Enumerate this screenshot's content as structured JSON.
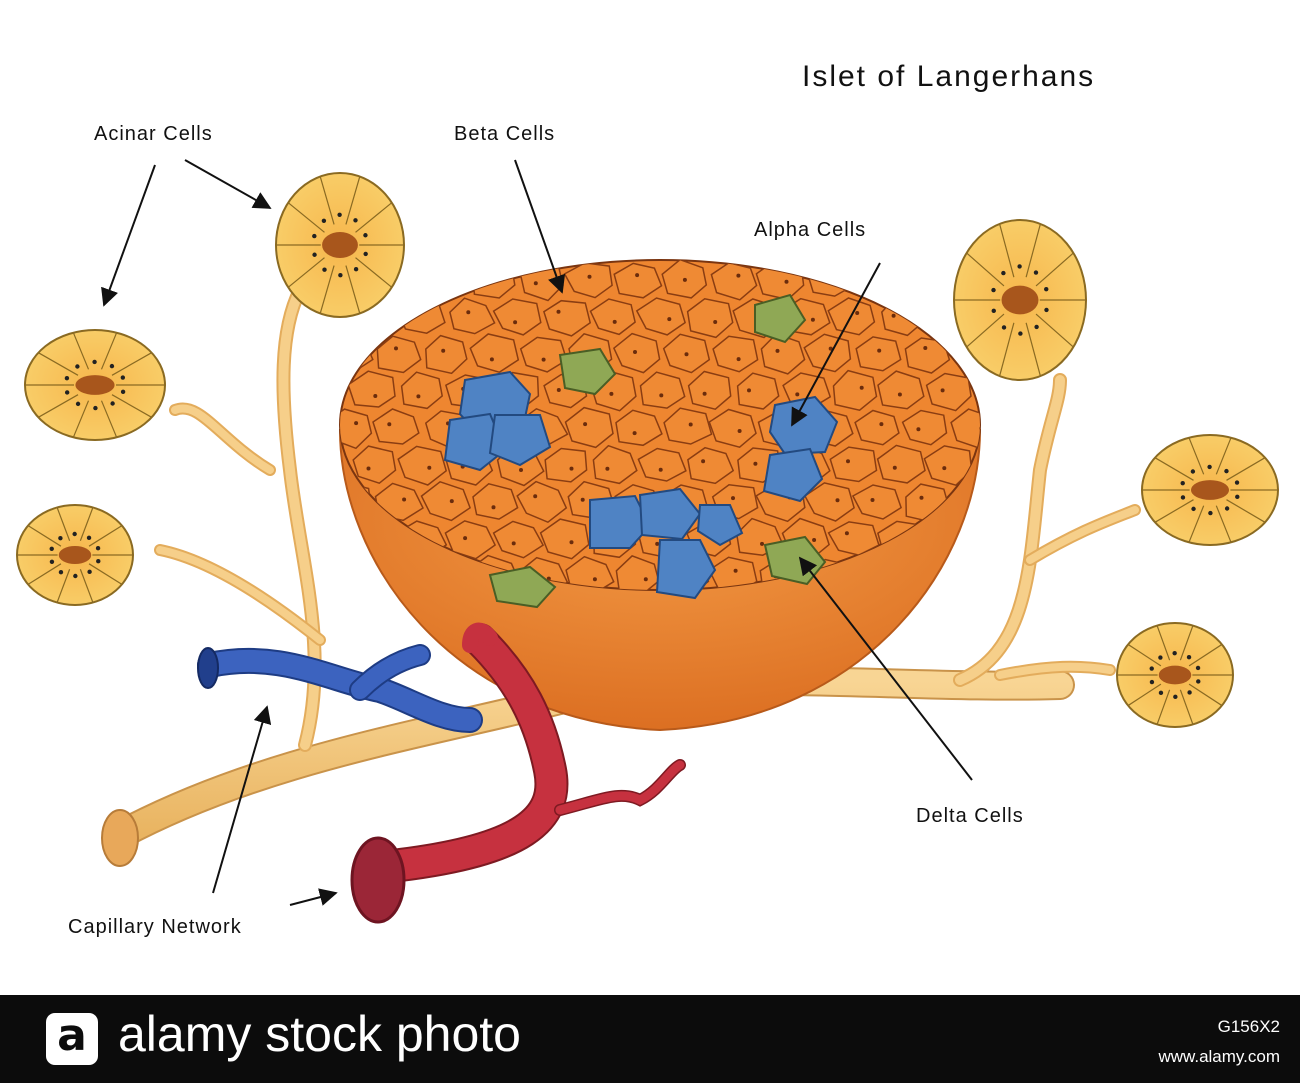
{
  "diagram": {
    "title": "Islet of Langerhans",
    "labels": {
      "acinar": "Acinar Cells",
      "beta": "Beta Cells",
      "alpha": "Alpha Cells",
      "delta": "Delta Cells",
      "capillary": "Capillary Network"
    }
  },
  "watermark": {
    "brand_text": "alamy stock photo",
    "logo_letter": "a",
    "image_id": "G156X2",
    "site": "www.alamy.com"
  },
  "colors": {
    "islet_cell": "#ee8630",
    "islet_outline": "#7a3510",
    "islet_side": "#ea8030",
    "alpha_cell": "#4f83c4",
    "delta_cell": "#8fa855",
    "acinar": "#f7c45a",
    "duct": "#f3c57a",
    "artery": "#c0303d",
    "vein": "#2f57b0"
  }
}
